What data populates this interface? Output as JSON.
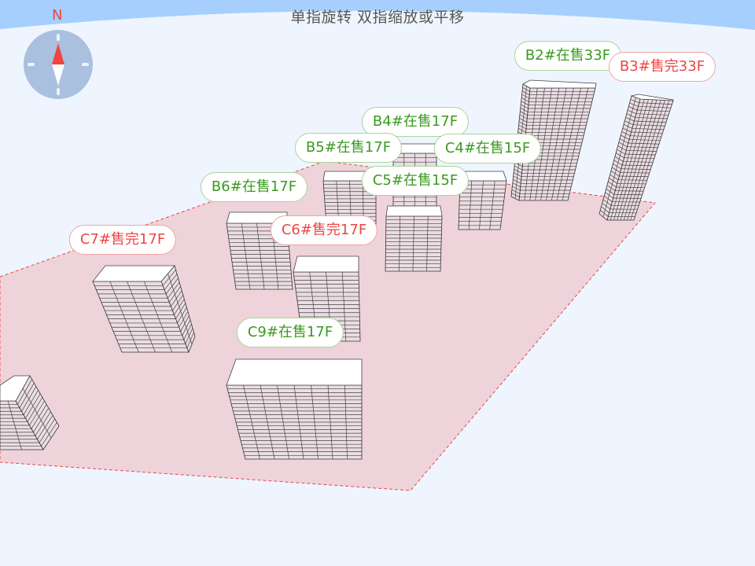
{
  "hint": "单指旋转 双指缩放或平移",
  "compass": {
    "north_label": "N",
    "icon": "compass-icon"
  },
  "colors": {
    "sky": "#a6cffd",
    "background": "#eef5ff",
    "ground": "#eed3da",
    "ground_border": "#f04444",
    "on_sale": "#3a9a1e",
    "sold_out": "#f04444"
  },
  "buildings": [
    {
      "id": "B2",
      "label": "B2#在售33F",
      "status": "sale"
    },
    {
      "id": "B3",
      "label": "B3#售完33F",
      "status": "sold"
    },
    {
      "id": "B4",
      "label": "B4#在售17F",
      "status": "sale"
    },
    {
      "id": "B5",
      "label": "B5#在售17F",
      "status": "sale"
    },
    {
      "id": "C4",
      "label": "C4#在售15F",
      "status": "sale"
    },
    {
      "id": "B6",
      "label": "B6#在售17F",
      "status": "sale"
    },
    {
      "id": "C5",
      "label": "C5#在售15F",
      "status": "sale"
    },
    {
      "id": "C6",
      "label": "C6#售完17F",
      "status": "sold"
    },
    {
      "id": "C7",
      "label": "C7#售完17F",
      "status": "sold"
    },
    {
      "id": "C9",
      "label": "C9#在售17F",
      "status": "sale"
    }
  ]
}
